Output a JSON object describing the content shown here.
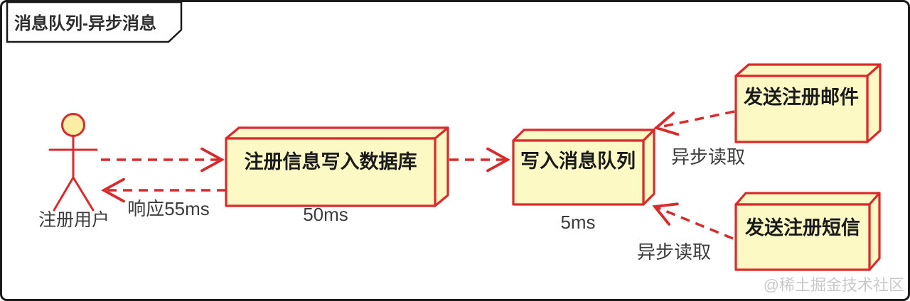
{
  "frame": {
    "title": "消息队列-异步消息"
  },
  "actor": {
    "label": "注册用户"
  },
  "nodes": {
    "db": {
      "label": "注册信息写入数据库",
      "time": "50ms"
    },
    "mq": {
      "label": "写入消息队列",
      "time": "5ms"
    },
    "email": {
      "label": "发送注册邮件"
    },
    "sms": {
      "label": "发送注册短信"
    }
  },
  "edges": {
    "db_to_user": {
      "label": "响应55ms"
    },
    "email_to_mq": {
      "label": "异步读取"
    },
    "sms_to_mq": {
      "label": "异步读取"
    }
  },
  "watermark": {
    "text": "@稀土掘金技术社区"
  },
  "colors": {
    "line_red": "#D92B2B",
    "node_fill": "#FDF9C4",
    "node_border": "#D92B2B",
    "head_fill": "#FBEDA4",
    "node_text": "#1A1A1A",
    "label_text": "#3C3C3C",
    "frame_border": "#1A1A1A",
    "watermark": "#C9C9C9"
  }
}
